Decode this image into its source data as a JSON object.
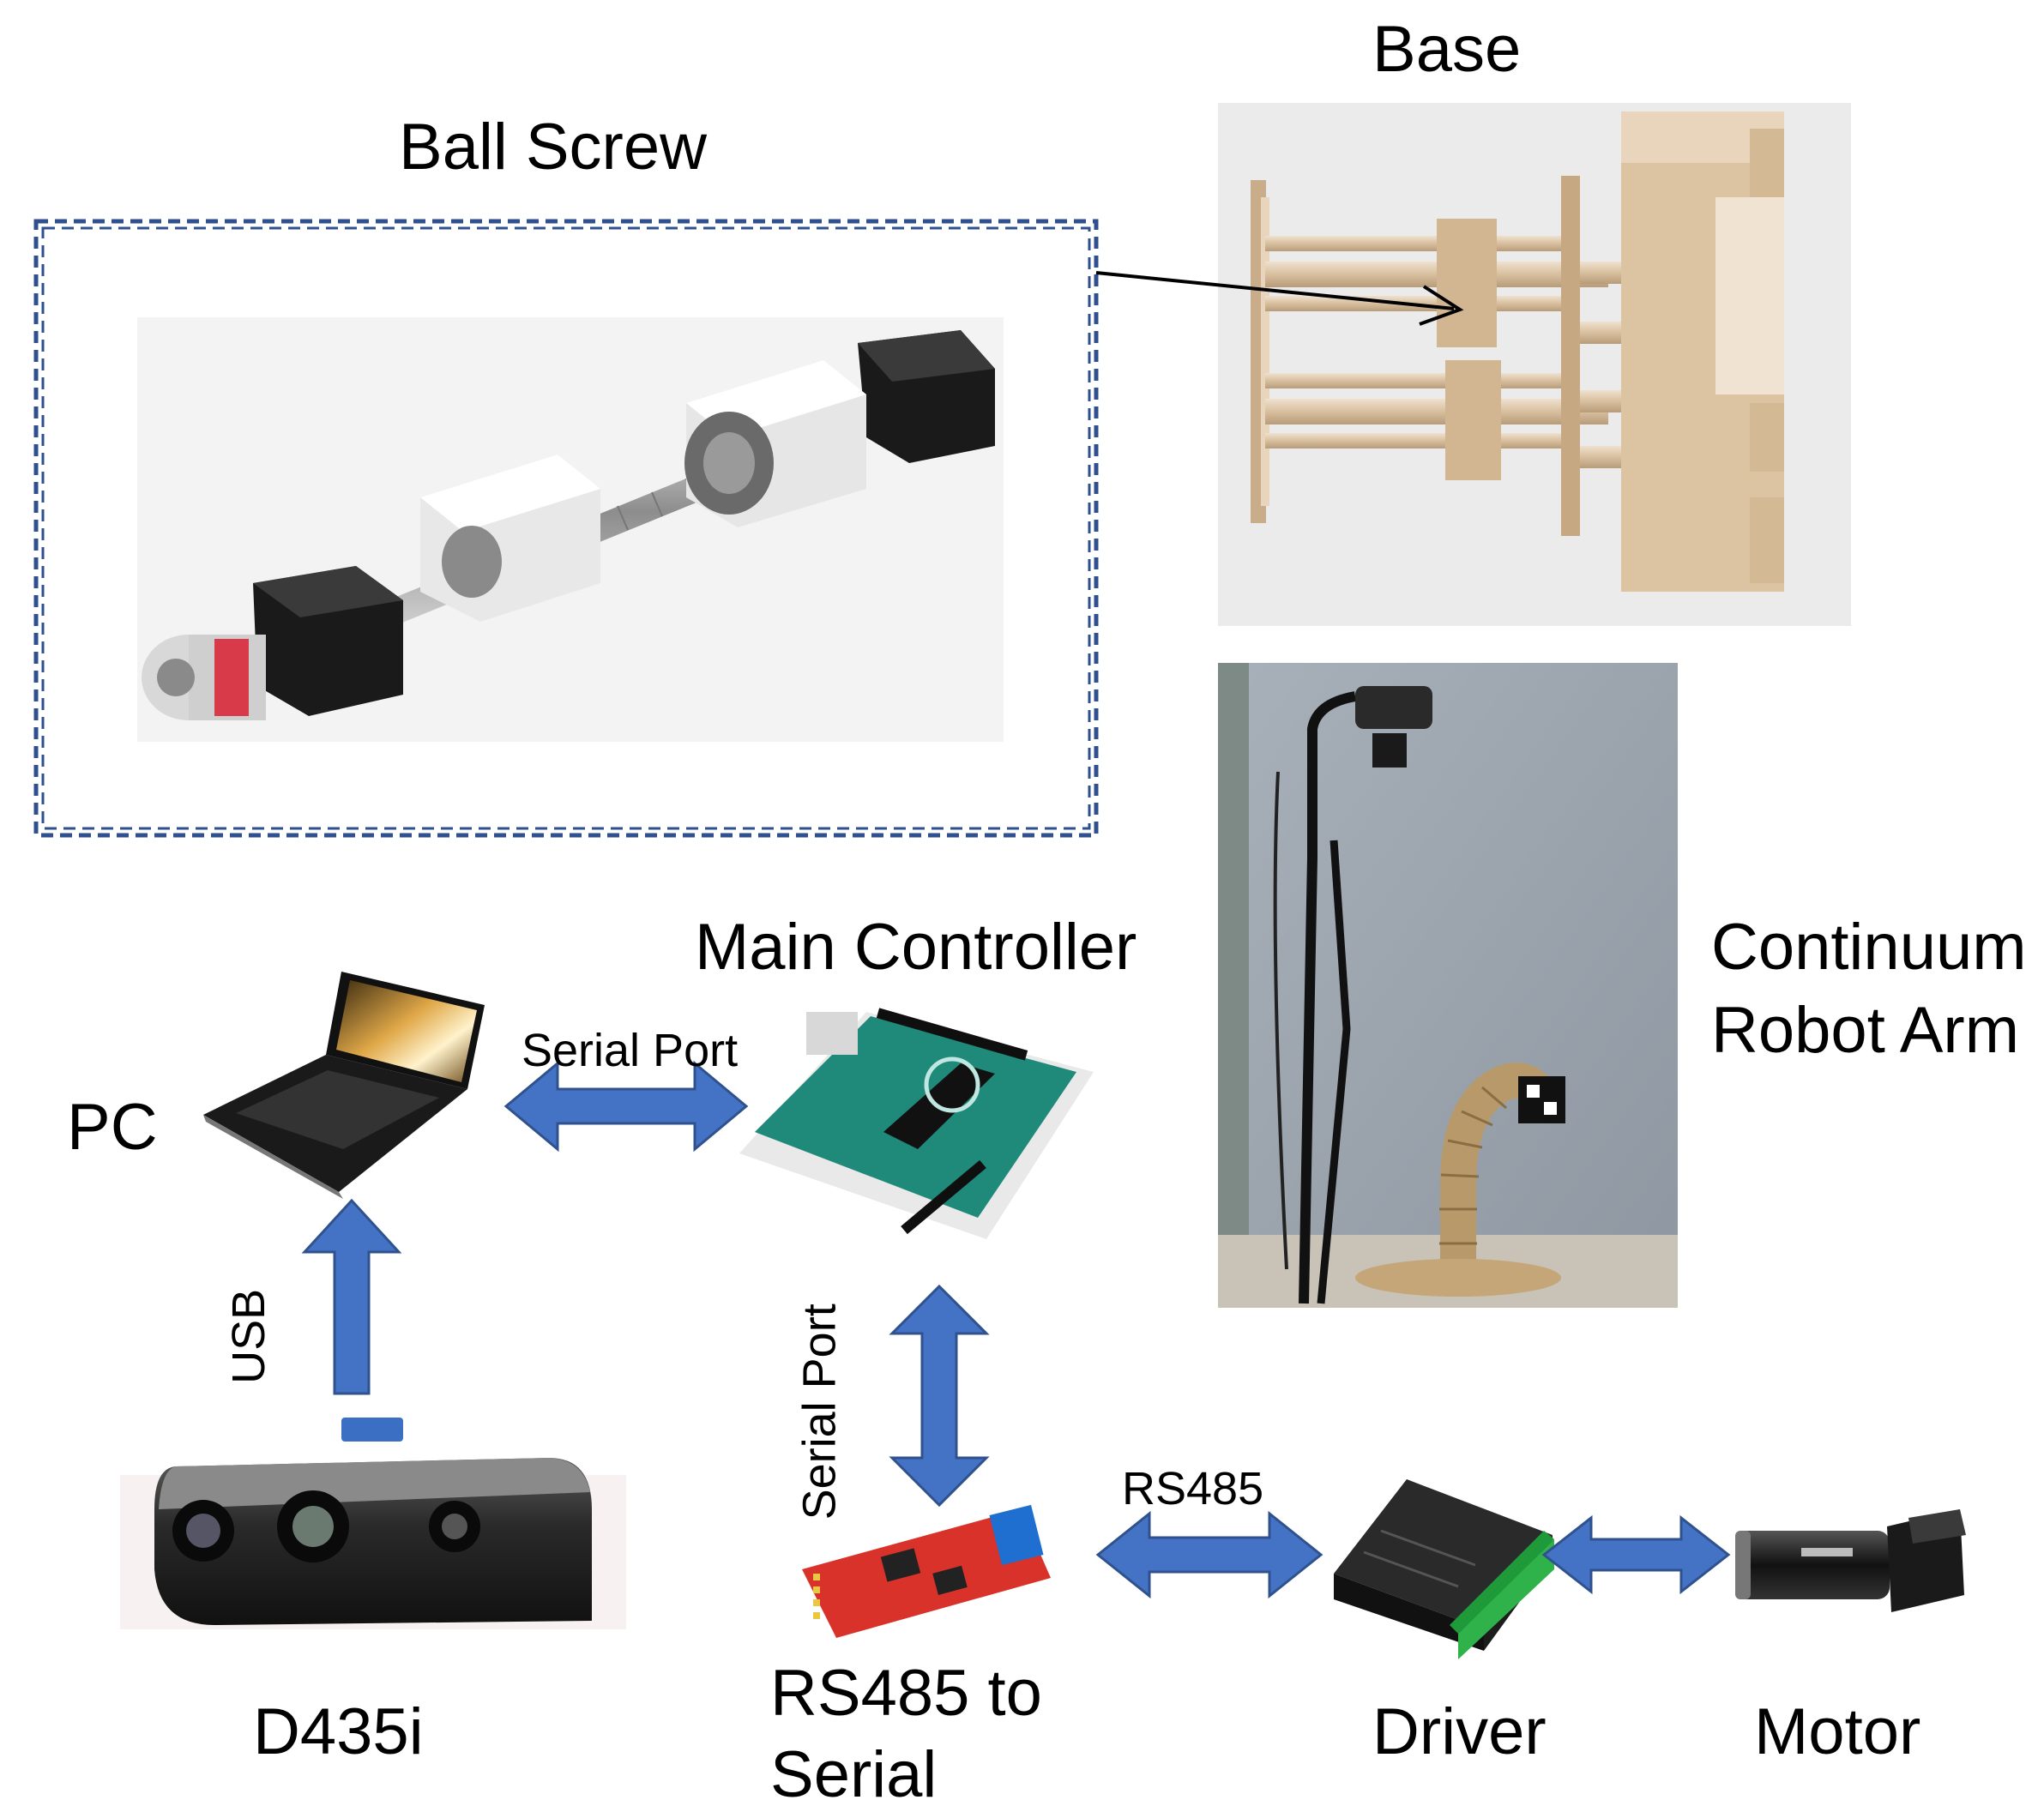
{
  "labels": {
    "base": "Base",
    "ball_screw": "Ball Screw",
    "main_controller": "Main Controller",
    "continuum_line1": "Continuum",
    "continuum_line2": "Robot Arm",
    "pc": "PC",
    "serial_port_top": "Serial Port",
    "usb": "USB",
    "serial_port_vertical": "Serial Port",
    "rs485_link": "RS485",
    "rs485_to_serial_line1": "RS485 to",
    "rs485_to_serial_line2": "Serial",
    "d435i": "D435i",
    "driver": "Driver",
    "motor": "Motor"
  },
  "colors": {
    "arrow_fill": "#4472c4",
    "arrow_stroke": "#2f528f",
    "dashed_box": "#2f4f8f",
    "base_parts": "#d9bf9f",
    "wall": "#9aa3ad",
    "pcb_green": "#1f8a7a",
    "pcb_red": "#d8322a"
  }
}
